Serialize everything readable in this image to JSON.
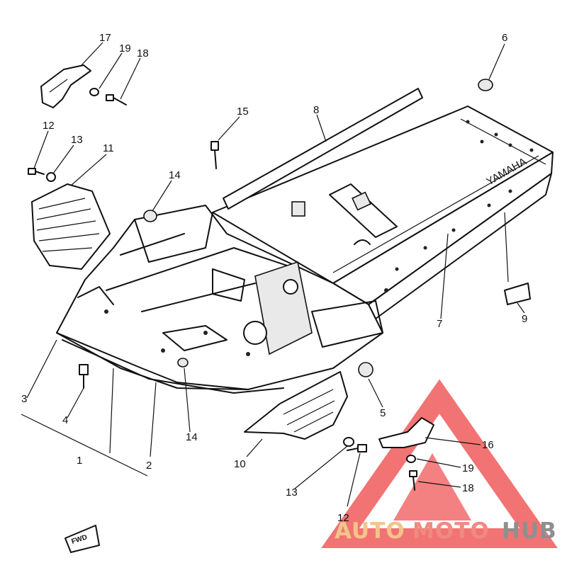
{
  "callouts": {
    "c17": "17",
    "c19a": "19",
    "c18a": "18",
    "c6": "6",
    "c12a": "12",
    "c13a": "13",
    "c11": "11",
    "c15": "15",
    "c8": "8",
    "c14a": "14",
    "c7": "7",
    "c9": "9",
    "c3": "3",
    "c4": "4",
    "c1": "1",
    "c2": "2",
    "c14b": "14",
    "c5": "5",
    "c10": "10",
    "c16": "16",
    "c19b": "19",
    "c18b": "18",
    "c13b": "13",
    "c12b": "12"
  },
  "fwd_label": "FWD",
  "frame_marking": "YAMAHA",
  "watermark": {
    "part1": "AUTO",
    "part2": "MOTO",
    "part3": "HUB",
    "colors": {
      "auto": "#f3c48a",
      "moto": "#f08a80",
      "hub": "#8f8f8f",
      "triangle": "#f05b5b"
    }
  }
}
